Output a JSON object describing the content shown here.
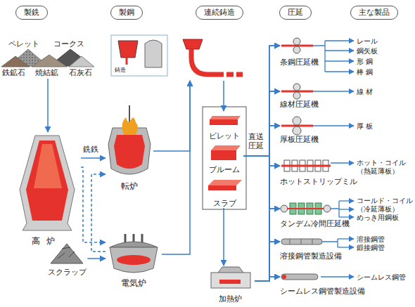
{
  "diagram": {
    "nodes": [
      {
        "text": [
          "製銑"
        ]
      },
      {
        "text": [
          "製鋼"
        ]
      },
      {
        "text": [
          "連続鋳造"
        ]
      },
      {
        "text": [
          "圧延"
        ]
      },
      {
        "text": [
          "主な製品"
        ]
      },
      {
        "text": [
          "高炉"
        ]
      },
      {
        "text": [
          "転炉"
        ]
      },
      {
        "text": [
          "スクラップ"
        ]
      },
      {
        "text": [
          "電気炉"
        ]
      },
      {
        "text": [
          "鋳造"
        ]
      },
      {
        "text": [
          "ビレット"
        ]
      },
      {
        "text": [
          "ブルーム"
        ]
      },
      {
        "text": [
          "スラブ"
        ]
      },
      {
        "text": [
          "加熱炉"
        ]
      },
      {
        "text": [
          "条鋼圧延機"
        ]
      },
      {
        "text": [
          "線材圧延機"
        ]
      },
      {
        "text": [
          "厚板圧延機"
        ]
      },
      {
        "text": [
          "ホットストリップミル"
        ]
      },
      {
        "text": [
          "タンデム冷間圧延機"
        ]
      },
      {
        "text": [
          "溶接鋼管製造設備"
        ]
      },
      {
        "text": [
          "シームレス鋼管製造設備"
        ]
      }
    ],
    "edges": [
      {
        "from": 5,
        "to": 6,
        "label": "銑鉄",
        "arrow": "to"
      },
      {
        "from": 5,
        "to": 8,
        "arrow": "to"
      },
      {
        "from": 8,
        "to": 6,
        "arrow": "to"
      },
      {
        "from": 7,
        "to": 8,
        "arrow": "to"
      },
      {
        "from": 6,
        "to": 9,
        "arrow": "to"
      },
      {
        "from": 8,
        "to": 9,
        "arrow": "to"
      },
      {
        "from": 9,
        "to": 10,
        "arrow": "to"
      },
      {
        "from": 12,
        "to": 13,
        "arrow": "to"
      },
      {
        "from": 11,
        "to": 14,
        "label": "直送圧延",
        "arrow": "to"
      },
      {
        "from": 11,
        "to": 15,
        "arrow": "to"
      },
      {
        "from": 11,
        "to": 16,
        "arrow": "to"
      },
      {
        "from": 11,
        "to": 17,
        "arrow": "to"
      },
      {
        "from": 11,
        "to": 18,
        "arrow": "to"
      },
      {
        "from": 11,
        "to": 19,
        "arrow": "to"
      },
      {
        "from": 11,
        "to": 20,
        "arrow": "to"
      },
      {
        "from": 13,
        "to": 14,
        "arrow": "to"
      },
      {
        "from": 13,
        "to": 15,
        "arrow": "to"
      },
      {
        "from": 13,
        "to": 16,
        "arrow": "to"
      },
      {
        "from": 13,
        "to": 17,
        "arrow": "to"
      },
      {
        "from": 13,
        "to": 18,
        "arrow": "to"
      },
      {
        "from": 13,
        "to": 19,
        "arrow": "to"
      },
      {
        "from": 13,
        "to": 20,
        "arrow": "to"
      }
    ],
    "labels": [
      "ペレット",
      "コークス",
      "鉄鉱石",
      "焼結鉱",
      "石灰石",
      "レール",
      "鋼矢板",
      "形 鋼",
      "棒 鋼",
      "線 材",
      "厚 板",
      "ホット・コイル",
      "（熱延薄板）",
      "コールド・コイル",
      "（冷延薄板）",
      "めっき用鋼板",
      "溶接鋼管",
      "鍛接鋼管",
      "シームレス鋼管"
    ]
  }
}
